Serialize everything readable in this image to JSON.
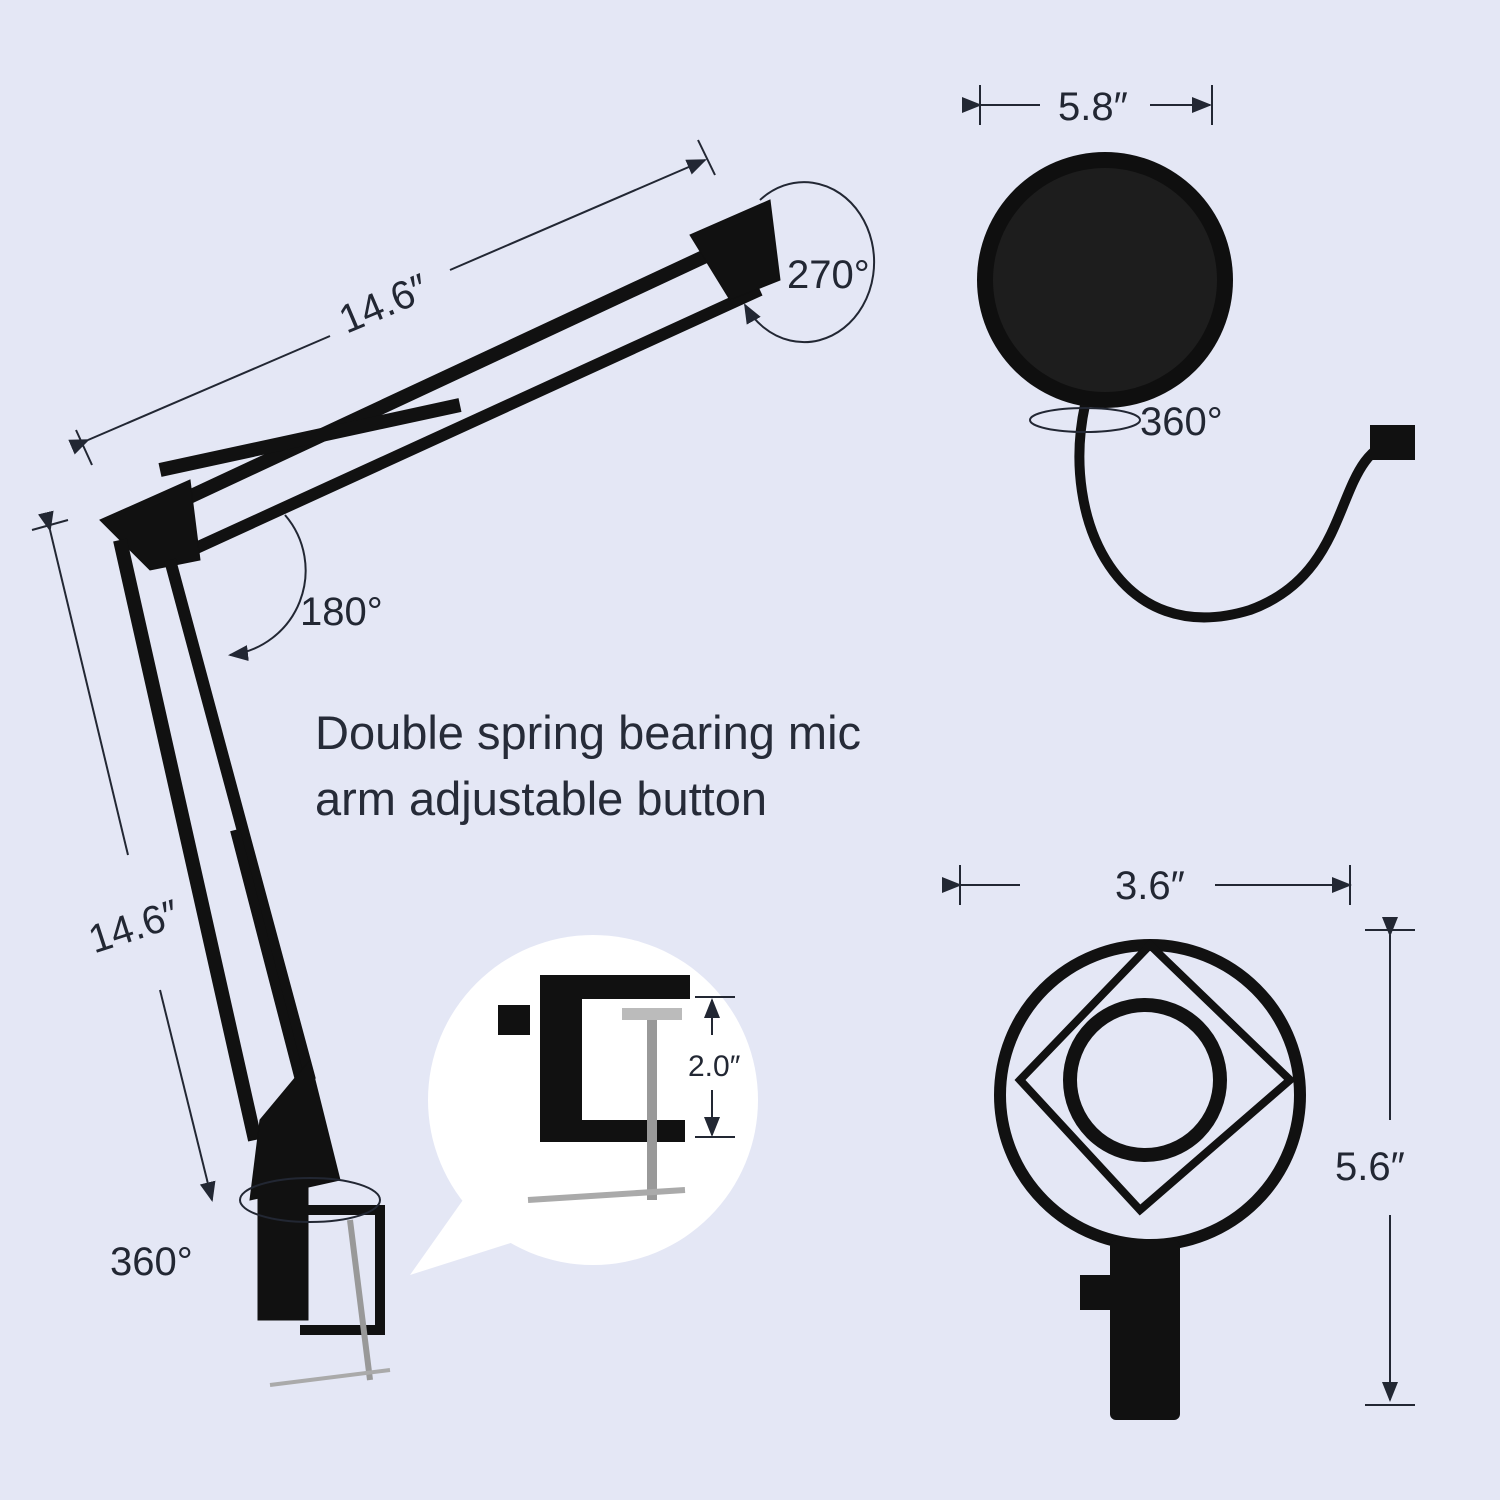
{
  "caption": {
    "line1": "Double spring bearing mic",
    "line2": "arm adjustable button"
  },
  "arm": {
    "upper_length": "14.6″",
    "lower_length": "14.6″",
    "head_rotation": "270°",
    "elbow_rotation": "180°",
    "base_rotation": "360°"
  },
  "clamp": {
    "opening": "2.0″"
  },
  "pop_filter": {
    "diameter": "5.8″",
    "rotation": "360°"
  },
  "shock_mount": {
    "width": "3.6″",
    "height": "5.6″"
  },
  "colors": {
    "background": "#e4e7f5",
    "product": "#111111",
    "text": "#222733"
  }
}
